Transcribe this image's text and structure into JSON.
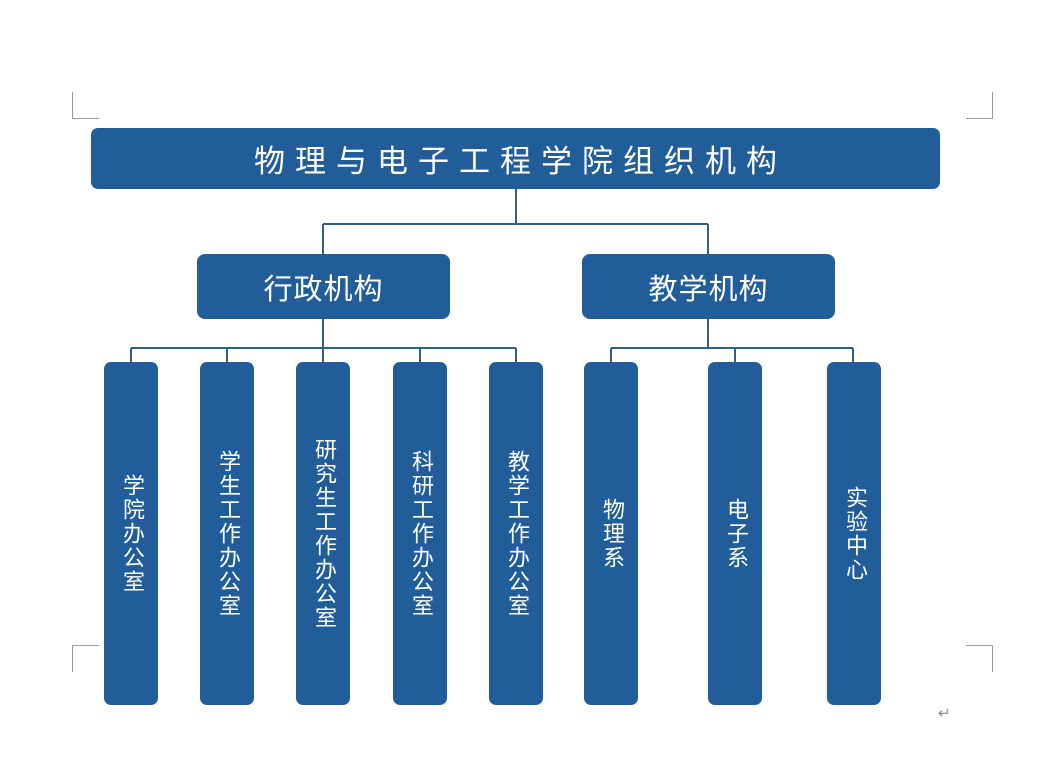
{
  "document": {
    "paragraph_mark": "↵"
  },
  "chart": {
    "title": "物理与电子工程学院组织机构",
    "accent_color": "#215E99",
    "connector_color": "#2E6087",
    "text_color": "#FFFFFF",
    "branches": [
      {
        "id": "administrative",
        "label": "行政机构",
        "children": [
          {
            "id": "college-office",
            "label": "学院办公室"
          },
          {
            "id": "student-affairs-office",
            "label": "学生工作办公室"
          },
          {
            "id": "graduate-affairs-office",
            "label": "研究生工作办公室"
          },
          {
            "id": "research-affairs-office",
            "label": "科研工作办公室"
          },
          {
            "id": "teaching-affairs-office",
            "label": "教学工作办公室"
          }
        ]
      },
      {
        "id": "teaching",
        "label": "教学机构",
        "children": [
          {
            "id": "physics-department",
            "label": "物理系"
          },
          {
            "id": "electronics-department",
            "label": "电子系"
          },
          {
            "id": "experiment-center",
            "label": "实验中心"
          }
        ]
      }
    ],
    "leaves_flat": [
      "学院办公室",
      "学生工作办公室",
      "研究生工作办公室",
      "科研工作办公室",
      "教学工作办公室",
      "物理系",
      "电子系",
      "实验中心"
    ]
  }
}
